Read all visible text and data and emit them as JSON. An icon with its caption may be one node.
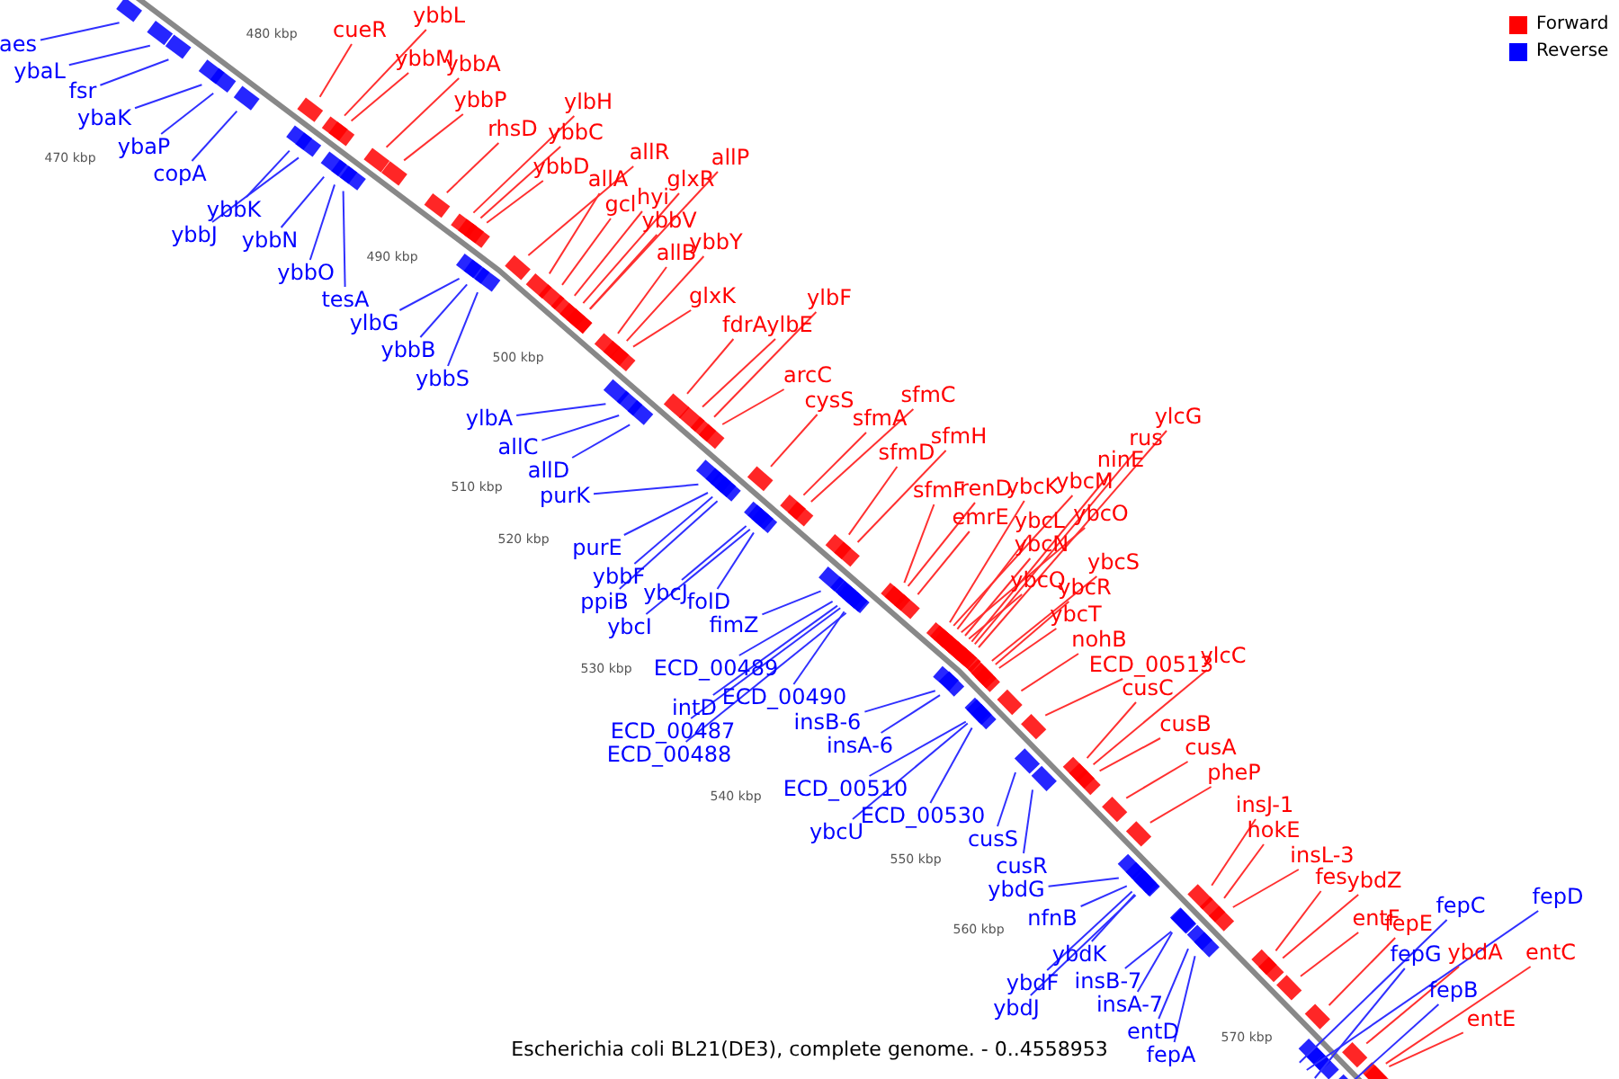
{
  "diagram": {
    "caption": "Escherichia coli BL21(DE3), complete genome. - 0..4558953",
    "nodes": [
      {
        "text": [
          "aes"
        ]
      },
      {
        "text": [
          "ybaL"
        ]
      },
      {
        "text": [
          "fsr"
        ]
      },
      {
        "text": [
          "ybaK"
        ]
      },
      {
        "text": [
          "ybaP"
        ]
      },
      {
        "text": [
          "copA"
        ]
      },
      {
        "text": [
          "ybbK"
        ]
      },
      {
        "text": [
          "ybbJ"
        ]
      },
      {
        "text": [
          "ybbN"
        ]
      },
      {
        "text": [
          "ybbO"
        ]
      },
      {
        "text": [
          "tesA"
        ]
      },
      {
        "text": [
          "ylbG"
        ]
      },
      {
        "text": [
          "ybbB"
        ]
      },
      {
        "text": [
          "ybbS"
        ]
      },
      {
        "text": [
          "ylbA"
        ]
      },
      {
        "text": [
          "allC"
        ]
      },
      {
        "text": [
          "allD"
        ]
      },
      {
        "text": [
          "purK"
        ]
      },
      {
        "text": [
          "purE"
        ]
      },
      {
        "text": [
          "ybbF"
        ]
      },
      {
        "text": [
          "ppiB"
        ]
      },
      {
        "text": [
          "ybcJ"
        ]
      },
      {
        "text": [
          "ybcI"
        ]
      },
      {
        "text": [
          "folD"
        ]
      },
      {
        "text": [
          "fimZ"
        ]
      },
      {
        "text": [
          "ECD_00489"
        ]
      },
      {
        "text": [
          "ECD_00490"
        ]
      },
      {
        "text": [
          "intD"
        ]
      },
      {
        "text": [
          "ECD_00487"
        ]
      },
      {
        "text": [
          "ECD_00488"
        ]
      },
      {
        "text": [
          "insB-6"
        ]
      },
      {
        "text": [
          "insA-6"
        ]
      },
      {
        "text": [
          "ECD_00510"
        ]
      },
      {
        "text": [
          "ECD_00530"
        ]
      },
      {
        "text": [
          "ybcU"
        ]
      },
      {
        "text": [
          "cusS"
        ]
      },
      {
        "text": [
          "cusR"
        ]
      },
      {
        "text": [
          "ybdG"
        ]
      },
      {
        "text": [
          "nfnB"
        ]
      },
      {
        "text": [
          "ybdK"
        ]
      },
      {
        "text": [
          "ybdF"
        ]
      },
      {
        "text": [
          "ybdJ"
        ]
      },
      {
        "text": [
          "insB-7"
        ]
      },
      {
        "text": [
          "insA-7"
        ]
      },
      {
        "text": [
          "entD"
        ]
      },
      {
        "text": [
          "fepA"
        ]
      },
      {
        "text": [
          "fepC"
        ]
      },
      {
        "text": [
          "fepD"
        ]
      },
      {
        "text": [
          "fepG"
        ]
      },
      {
        "text": [
          "fepB"
        ]
      },
      {
        "text": [
          "cueR"
        ]
      },
      {
        "text": [
          "ybbL"
        ]
      },
      {
        "text": [
          "ybbM"
        ]
      },
      {
        "text": [
          "ybbA"
        ]
      },
      {
        "text": [
          "ybbP"
        ]
      },
      {
        "text": [
          "rhsD"
        ]
      },
      {
        "text": [
          "ylbH"
        ]
      },
      {
        "text": [
          "ybbC"
        ]
      },
      {
        "text": [
          "ybbD"
        ]
      },
      {
        "text": [
          "allR"
        ]
      },
      {
        "text": [
          "allA"
        ]
      },
      {
        "text": [
          "gcl"
        ]
      },
      {
        "text": [
          "hyi"
        ]
      },
      {
        "text": [
          "glxR"
        ]
      },
      {
        "text": [
          "allP"
        ]
      },
      {
        "text": [
          "ybbV"
        ]
      },
      {
        "text": [
          "allB"
        ]
      },
      {
        "text": [
          "ybbY"
        ]
      },
      {
        "text": [
          "glxK"
        ]
      },
      {
        "text": [
          "fdrA"
        ]
      },
      {
        "text": [
          "ylbF"
        ]
      },
      {
        "text": [
          "ylbE"
        ]
      },
      {
        "text": [
          "arcC"
        ]
      },
      {
        "text": [
          "cysS"
        ]
      },
      {
        "text": [
          "sfmC"
        ]
      },
      {
        "text": [
          "sfmA"
        ]
      },
      {
        "text": [
          "sfmH"
        ]
      },
      {
        "text": [
          "sfmD"
        ]
      },
      {
        "text": [
          "sfmF"
        ]
      },
      {
        "text": [
          "renD"
        ]
      },
      {
        "text": [
          "emrE"
        ]
      },
      {
        "text": [
          "ybcK"
        ]
      },
      {
        "text": [
          "ybcM"
        ]
      },
      {
        "text": [
          "ybcL"
        ]
      },
      {
        "text": [
          "ybcO"
        ]
      },
      {
        "text": [
          "ybcN"
        ]
      },
      {
        "text": [
          "ybcQ"
        ]
      },
      {
        "text": [
          "ninE"
        ]
      },
      {
        "text": [
          "rus"
        ]
      },
      {
        "text": [
          "ylcG"
        ]
      },
      {
        "text": [
          "ybcS"
        ]
      },
      {
        "text": [
          "ybcR"
        ]
      },
      {
        "text": [
          "ybcT"
        ]
      },
      {
        "text": [
          "nohB"
        ]
      },
      {
        "text": [
          "ECD_00513"
        ]
      },
      {
        "text": [
          "ylcC"
        ]
      },
      {
        "text": [
          "cusC"
        ]
      },
      {
        "text": [
          "cusB"
        ]
      },
      {
        "text": [
          "cusA"
        ]
      },
      {
        "text": [
          "pheP"
        ]
      },
      {
        "text": [
          "insJ-1"
        ]
      },
      {
        "text": [
          "hokE"
        ]
      },
      {
        "text": [
          "insL-3"
        ]
      },
      {
        "text": [
          "fes"
        ]
      },
      {
        "text": [
          "ybdZ"
        ]
      },
      {
        "text": [
          "entF"
        ]
      },
      {
        "text": [
          "fepE"
        ]
      },
      {
        "text": [
          "ybdA"
        ]
      },
      {
        "text": [
          "entC"
        ]
      },
      {
        "text": [
          "entE"
        ]
      }
    ],
    "edges": [
      {
        "from": 0,
        "to": null,
        "arrow": "none",
        "color": "#3030ff"
      },
      {
        "from": 1,
        "to": null,
        "arrow": "none",
        "color": "#3030ff"
      },
      {
        "from": 2,
        "to": null,
        "arrow": "none",
        "color": "#3030ff"
      },
      {
        "from": 3,
        "to": null,
        "arrow": "none",
        "color": "#3030ff"
      },
      {
        "from": 4,
        "to": null,
        "arrow": "none",
        "color": "#3030ff"
      },
      {
        "from": 5,
        "to": null,
        "arrow": "none",
        "color": "#3030ff"
      },
      {
        "from": 6,
        "to": null,
        "arrow": "none",
        "color": "#3030ff"
      },
      {
        "from": 7,
        "to": null,
        "arrow": "none",
        "color": "#3030ff"
      },
      {
        "from": 8,
        "to": null,
        "arrow": "none",
        "color": "#3030ff"
      },
      {
        "from": 9,
        "to": null,
        "arrow": "none",
        "color": "#3030ff"
      },
      {
        "from": 10,
        "to": null,
        "arrow": "none",
        "color": "#3030ff"
      },
      {
        "from": 11,
        "to": null,
        "arrow": "none",
        "color": "#3030ff"
      },
      {
        "from": 12,
        "to": null,
        "arrow": "none",
        "color": "#3030ff"
      },
      {
        "from": 13,
        "to": null,
        "arrow": "none",
        "color": "#3030ff"
      },
      {
        "from": 14,
        "to": null,
        "arrow": "none",
        "color": "#3030ff"
      },
      {
        "from": 15,
        "to": null,
        "arrow": "none",
        "color": "#3030ff"
      },
      {
        "from": 16,
        "to": null,
        "arrow": "none",
        "color": "#3030ff"
      },
      {
        "from": 17,
        "to": null,
        "arrow": "none",
        "color": "#3030ff"
      },
      {
        "from": 18,
        "to": null,
        "arrow": "none",
        "color": "#3030ff"
      },
      {
        "from": 19,
        "to": null,
        "arrow": "none",
        "color": "#3030ff"
      },
      {
        "from": 20,
        "to": null,
        "arrow": "none",
        "color": "#3030ff"
      },
      {
        "from": 21,
        "to": null,
        "arrow": "none",
        "color": "#3030ff"
      },
      {
        "from": 22,
        "to": null,
        "arrow": "none",
        "color": "#3030ff"
      },
      {
        "from": 23,
        "to": null,
        "arrow": "none",
        "color": "#3030ff"
      },
      {
        "from": 24,
        "to": null,
        "arrow": "none",
        "color": "#3030ff"
      },
      {
        "from": 25,
        "to": null,
        "arrow": "none",
        "color": "#3030ff"
      },
      {
        "from": 26,
        "to": null,
        "arrow": "none",
        "color": "#3030ff"
      },
      {
        "from": 27,
        "to": null,
        "arrow": "none",
        "color": "#3030ff"
      },
      {
        "from": 28,
        "to": null,
        "arrow": "none",
        "color": "#3030ff"
      },
      {
        "from": 29,
        "to": null,
        "arrow": "none",
        "color": "#3030ff"
      },
      {
        "from": 30,
        "to": null,
        "arrow": "none",
        "color": "#3030ff"
      },
      {
        "from": 31,
        "to": null,
        "arrow": "none",
        "color": "#3030ff"
      },
      {
        "from": 32,
        "to": null,
        "arrow": "none",
        "color": "#3030ff"
      },
      {
        "from": 33,
        "to": null,
        "arrow": "none",
        "color": "#3030ff"
      },
      {
        "from": 34,
        "to": null,
        "arrow": "none",
        "color": "#3030ff"
      },
      {
        "from": 35,
        "to": null,
        "arrow": "none",
        "color": "#3030ff"
      },
      {
        "from": 36,
        "to": null,
        "arrow": "none",
        "color": "#3030ff"
      },
      {
        "from": 37,
        "to": null,
        "arrow": "none",
        "color": "#3030ff"
      },
      {
        "from": 38,
        "to": null,
        "arrow": "none",
        "color": "#3030ff"
      },
      {
        "from": 39,
        "to": null,
        "arrow": "none",
        "color": "#3030ff"
      },
      {
        "from": 40,
        "to": null,
        "arrow": "none",
        "color": "#3030ff"
      },
      {
        "from": 41,
        "to": null,
        "arrow": "none",
        "color": "#3030ff"
      },
      {
        "from": 42,
        "to": null,
        "arrow": "none",
        "color": "#3030ff"
      },
      {
        "from": 43,
        "to": null,
        "arrow": "none",
        "color": "#3030ff"
      },
      {
        "from": 44,
        "to": null,
        "arrow": "none",
        "color": "#3030ff"
      },
      {
        "from": 45,
        "to": null,
        "arrow": "none",
        "color": "#3030ff"
      },
      {
        "from": 46,
        "to": null,
        "arrow": "none",
        "color": "#3030ff"
      },
      {
        "from": 47,
        "to": null,
        "arrow": "none",
        "color": "#3030ff"
      },
      {
        "from": 48,
        "to": null,
        "arrow": "none",
        "color": "#3030ff"
      },
      {
        "from": 49,
        "to": null,
        "arrow": "none",
        "color": "#3030ff"
      },
      {
        "from": 50,
        "to": null,
        "arrow": "none"
      },
      {
        "from": 51,
        "to": null,
        "arrow": "none"
      },
      {
        "from": 52,
        "to": null,
        "arrow": "none"
      },
      {
        "from": 53,
        "to": null,
        "arrow": "none"
      },
      {
        "from": 54,
        "to": null,
        "arrow": "none"
      },
      {
        "from": 55,
        "to": null,
        "arrow": "none"
      },
      {
        "from": 56,
        "to": null,
        "arrow": "none"
      },
      {
        "from": 57,
        "to": null,
        "arrow": "none"
      },
      {
        "from": 58,
        "to": null,
        "arrow": "none"
      },
      {
        "from": 59,
        "to": null,
        "arrow": "none"
      },
      {
        "from": 60,
        "to": null,
        "arrow": "none"
      },
      {
        "from": 61,
        "to": null,
        "arrow": "none"
      },
      {
        "from": 62,
        "to": null,
        "arrow": "none"
      },
      {
        "from": 63,
        "to": null,
        "arrow": "none"
      },
      {
        "from": 64,
        "to": null,
        "arrow": "none"
      },
      {
        "from": 65,
        "to": null,
        "arrow": "none"
      },
      {
        "from": 66,
        "to": null,
        "arrow": "none"
      },
      {
        "from": 67,
        "to": null,
        "arrow": "none"
      },
      {
        "from": 68,
        "to": null,
        "arrow": "none"
      },
      {
        "from": 69,
        "to": null,
        "arrow": "none"
      },
      {
        "from": 70,
        "to": null,
        "arrow": "none"
      },
      {
        "from": 71,
        "to": null,
        "arrow": "none"
      },
      {
        "from": 72,
        "to": null,
        "arrow": "none"
      },
      {
        "from": 73,
        "to": null,
        "arrow": "none"
      },
      {
        "from": 74,
        "to": null,
        "arrow": "none"
      },
      {
        "from": 75,
        "to": null,
        "arrow": "none"
      },
      {
        "from": 76,
        "to": null,
        "arrow": "none"
      },
      {
        "from": 77,
        "to": null,
        "arrow": "none"
      },
      {
        "from": 78,
        "to": null,
        "arrow": "none"
      },
      {
        "from": 79,
        "to": null,
        "arrow": "none"
      },
      {
        "from": 80,
        "to": null,
        "arrow": "none"
      },
      {
        "from": 81,
        "to": null,
        "arrow": "none"
      },
      {
        "from": 82,
        "to": null,
        "arrow": "none"
      },
      {
        "from": 83,
        "to": null,
        "arrow": "none"
      },
      {
        "from": 84,
        "to": null,
        "arrow": "none"
      },
      {
        "from": 85,
        "to": null,
        "arrow": "none"
      },
      {
        "from": 86,
        "to": null,
        "arrow": "none"
      },
      {
        "from": 87,
        "to": null,
        "arrow": "none"
      },
      {
        "from": 88,
        "to": null,
        "arrow": "none"
      },
      {
        "from": 89,
        "to": null,
        "arrow": "none"
      },
      {
        "from": 90,
        "to": null,
        "arrow": "none"
      },
      {
        "from": 91,
        "to": null,
        "arrow": "none"
      },
      {
        "from": 92,
        "to": null,
        "arrow": "none"
      },
      {
        "from": 93,
        "to": null,
        "arrow": "none"
      },
      {
        "from": 94,
        "to": null,
        "arrow": "none"
      },
      {
        "from": 95,
        "to": null,
        "arrow": "none"
      },
      {
        "from": 96,
        "to": null,
        "arrow": "none"
      },
      {
        "from": 97,
        "to": null,
        "arrow": "none"
      },
      {
        "from": 98,
        "to": null,
        "arrow": "none"
      },
      {
        "from": 99,
        "to": null,
        "arrow": "none"
      },
      {
        "from": 100,
        "to": null,
        "arrow": "none"
      },
      {
        "from": 101,
        "to": null,
        "arrow": "none"
      },
      {
        "from": 102,
        "to": null,
        "arrow": "none"
      },
      {
        "from": 103,
        "to": null,
        "arrow": "none"
      },
      {
        "from": 104,
        "to": null,
        "arrow": "none"
      },
      {
        "from": 105,
        "to": null,
        "arrow": "none"
      },
      {
        "from": 106,
        "to": null,
        "arrow": "none"
      },
      {
        "from": 107,
        "to": null,
        "arrow": "none"
      },
      {
        "from": 108,
        "to": null,
        "arrow": "none"
      },
      {
        "from": 109,
        "to": null,
        "arrow": "none"
      }
    ],
    "labels": [
      "470 kbp",
      "480 kbp",
      "490 kbp",
      "500 kbp",
      "510 kbp",
      "520 kbp",
      "530 kbp",
      "540 kbp",
      "550 kbp",
      "560 kbp",
      "570 kbp"
    ],
    "legend": [
      {
        "text": "Forward",
        "color": "#ff0000"
      },
      {
        "text": "Reverse",
        "color": "#0000ff"
      }
    ]
  }
}
